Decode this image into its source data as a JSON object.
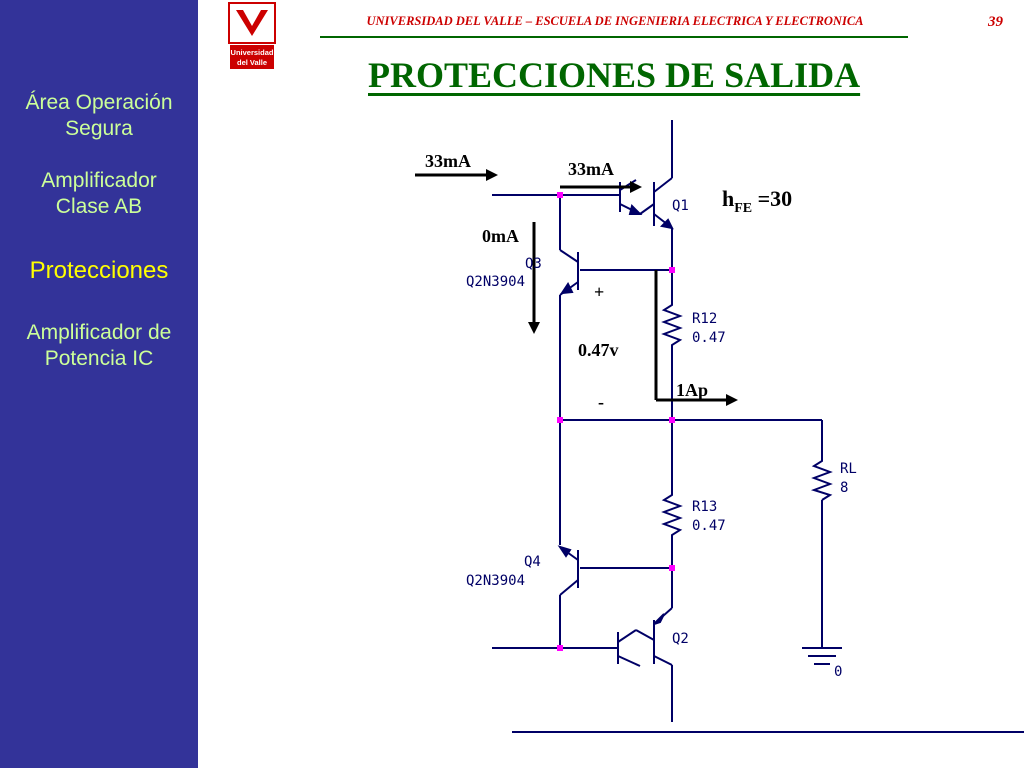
{
  "header": {
    "institution": "UNIVERSIDAD DEL VALLE – ESCUELA DE INGENIERIA ELECTRICA Y ELECTRONICA",
    "page_number": "39",
    "logo_text_line1": "Universidad",
    "logo_text_line2": "del Valle"
  },
  "title": "PROTECCIONES DE SALIDA",
  "sidebar": {
    "items": [
      {
        "line1": "Área Operación",
        "line2": "Segura"
      },
      {
        "line1": "Amplificador",
        "line2": "Clase AB"
      },
      {
        "line1": "Protecciones",
        "line2": ""
      },
      {
        "line1": "Amplificador de",
        "line2": "Potencia IC"
      }
    ],
    "active_index": 2
  },
  "annotations": {
    "input_current": "33mA",
    "base_current": "33mA",
    "q3_current": "0mA",
    "plus": "+",
    "voltage": "0.47v",
    "minus": "-",
    "output_current": "1Ap",
    "hfe_symbol": "h",
    "hfe_sub": "FE",
    "hfe_value": " =30"
  },
  "components": {
    "q1": "Q1",
    "q2": "Q2",
    "q3": "Q3",
    "q3_part": "Q2N3904",
    "q4": "Q4",
    "q4_part": "Q2N3904",
    "r12": "R12",
    "r12_value": "0.47",
    "r13": "R13",
    "r13_value": "0.47",
    "rl": "RL",
    "rl_value": "8",
    "ground": "0"
  },
  "colors": {
    "sidebar_bg": "#333399",
    "sidebar_text": "#ccff99",
    "sidebar_active": "#ffff00",
    "header_red": "#cc0000",
    "title_green": "#006600",
    "wire": "#000066",
    "node": "#ff00ff"
  }
}
